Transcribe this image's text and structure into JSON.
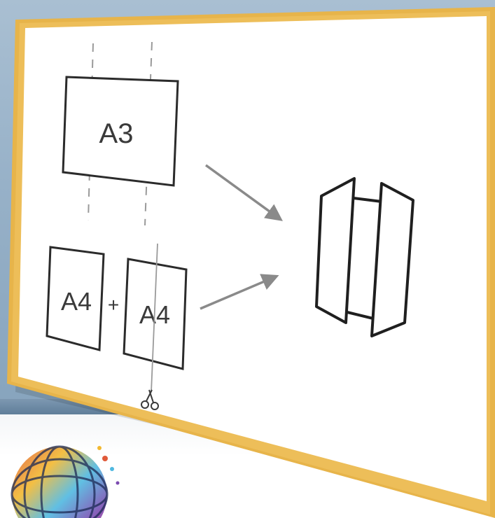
{
  "diagram": {
    "sheet_a3": "A3",
    "sheet_a4_left": "A4",
    "plus_sign": "+",
    "sheet_a4_right": "A4"
  },
  "colors": {
    "frame": "#e7b44a",
    "board": "#ffffff",
    "ink": "#2b2b2b",
    "arrow": "#8a8a8a",
    "dashed": "#9a9a9a"
  },
  "icons": [
    "scissors-icon",
    "arrow-icon",
    "trifold-card-icon",
    "globe-logo"
  ]
}
